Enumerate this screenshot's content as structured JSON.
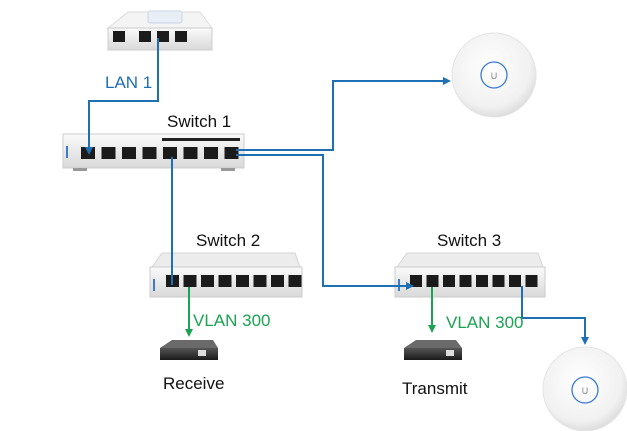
{
  "colors": {
    "link_blue": "#1f6fb5",
    "vlan_green": "#1aa352",
    "device_white": "#f2f2f2",
    "port_dark": "#1b1b1b"
  },
  "devices": {
    "gateway": {
      "name": "gateway",
      "icon": "router-icon"
    },
    "switch1": {
      "label": "Switch 1",
      "icon": "switch-icon",
      "ports": 8
    },
    "switch2": {
      "label": "Switch 2",
      "icon": "switch-icon",
      "ports": 8
    },
    "switch3": {
      "label": "Switch 3",
      "icon": "switch-icon",
      "ports": 8
    },
    "ap1": {
      "icon": "access-point-icon"
    },
    "ap2": {
      "icon": "access-point-icon"
    },
    "receiver": {
      "label": "Receive",
      "icon": "hdmi-extender-icon"
    },
    "transmitter": {
      "label": "Transmit",
      "icon": "hdmi-extender-icon"
    }
  },
  "links": {
    "lan1": {
      "label": "LAN 1"
    },
    "vlan_receive": {
      "label": "VLAN 300"
    },
    "vlan_transmit": {
      "label": "VLAN 300"
    }
  }
}
